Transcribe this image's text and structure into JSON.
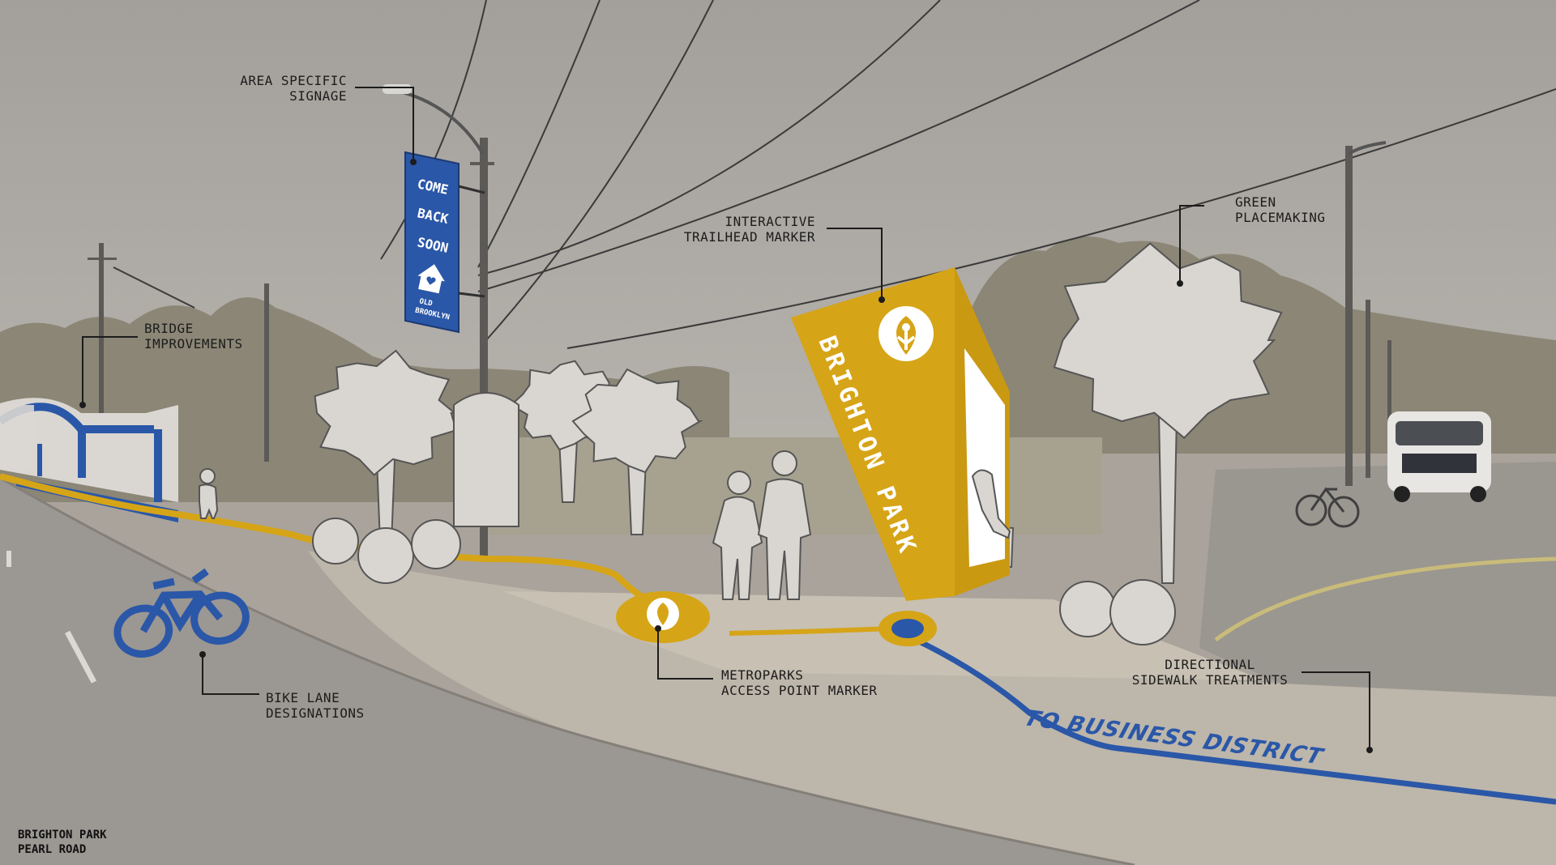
{
  "banner": {
    "lines": [
      "COME",
      "BACK",
      "SOON"
    ],
    "brand_top": "OLD",
    "brand_bottom": "BROOKLYN"
  },
  "marker": {
    "name": "BRIGHTON PARK"
  },
  "sidewalk_text": "TO BUSINESS DISTRICT",
  "callouts": {
    "area_signage": {
      "line1": "AREA SPECIFIC",
      "line2": "SIGNAGE"
    },
    "bridge": {
      "line1": "BRIDGE",
      "line2": "IMPROVEMENTS"
    },
    "trailhead": {
      "line1": "INTERACTIVE",
      "line2": "TRAILHEAD MARKER"
    },
    "green": {
      "line1": "GREEN",
      "line2": "PLACEMAKING"
    },
    "bike_lane": {
      "line1": "BIKE LANE",
      "line2": "DESIGNATIONS"
    },
    "metroparks": {
      "line1": "METROPARKS",
      "line2": "ACCESS POINT MARKER"
    },
    "directional": {
      "line1": "DIRECTIONAL",
      "line2": "SIDEWALK TREATMENTS"
    }
  },
  "footer": {
    "line1": "BRIGHTON PARK",
    "line2": "PEARL ROAD"
  },
  "colors": {
    "accent_gold": "#d6a417",
    "accent_blue": "#2a57a8",
    "sky": "#a8a49f",
    "road": "#9c9893",
    "sidewalk": "#bdb6aa",
    "vegetation": "#8f8a79",
    "silhouette": "#d9d6d1"
  },
  "icons": [
    "bike-lane-icon",
    "metroparks-leaf-icon",
    "house-heart-icon"
  ]
}
